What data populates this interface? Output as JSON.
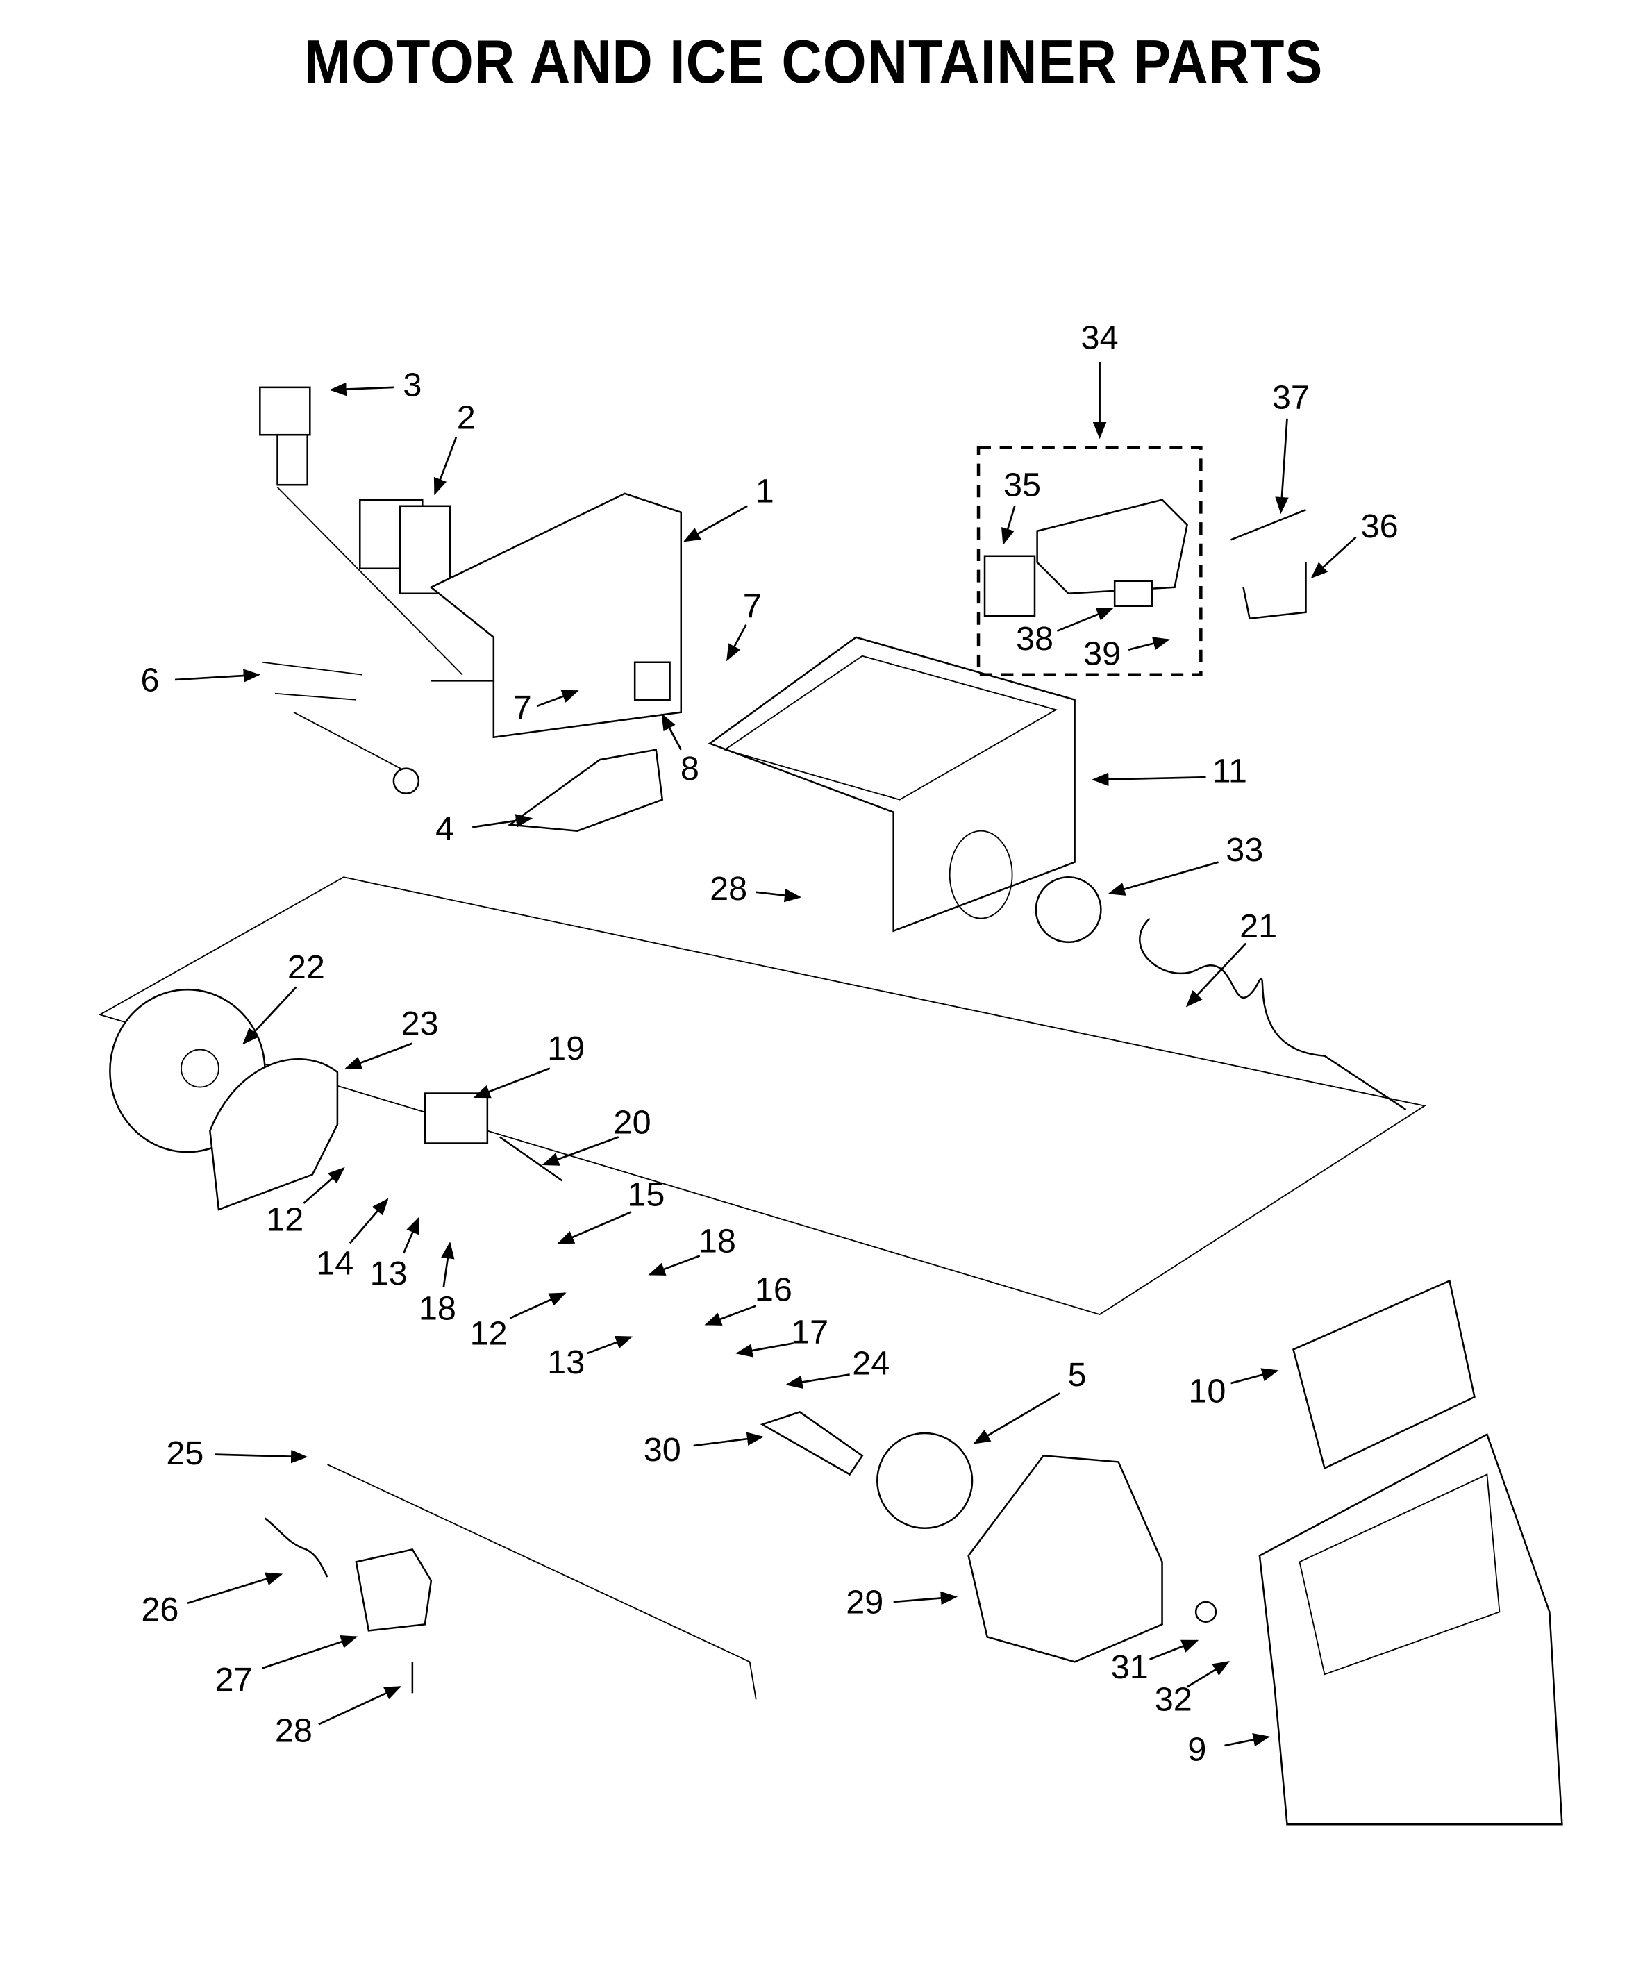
{
  "title": "MOTOR AND ICE CONTAINER PARTS",
  "callouts": [
    "3",
    "2",
    "1",
    "7",
    "6",
    "7",
    "8",
    "4",
    "11",
    "34",
    "35",
    "37",
    "36",
    "38",
    "39",
    "33",
    "28",
    "21",
    "22",
    "23",
    "19",
    "20",
    "12",
    "15",
    "14",
    "13",
    "18",
    "18",
    "12",
    "16",
    "13",
    "17",
    "24",
    "5",
    "10",
    "30",
    "25",
    "29",
    "26",
    "31",
    "32",
    "27",
    "9",
    "28"
  ]
}
